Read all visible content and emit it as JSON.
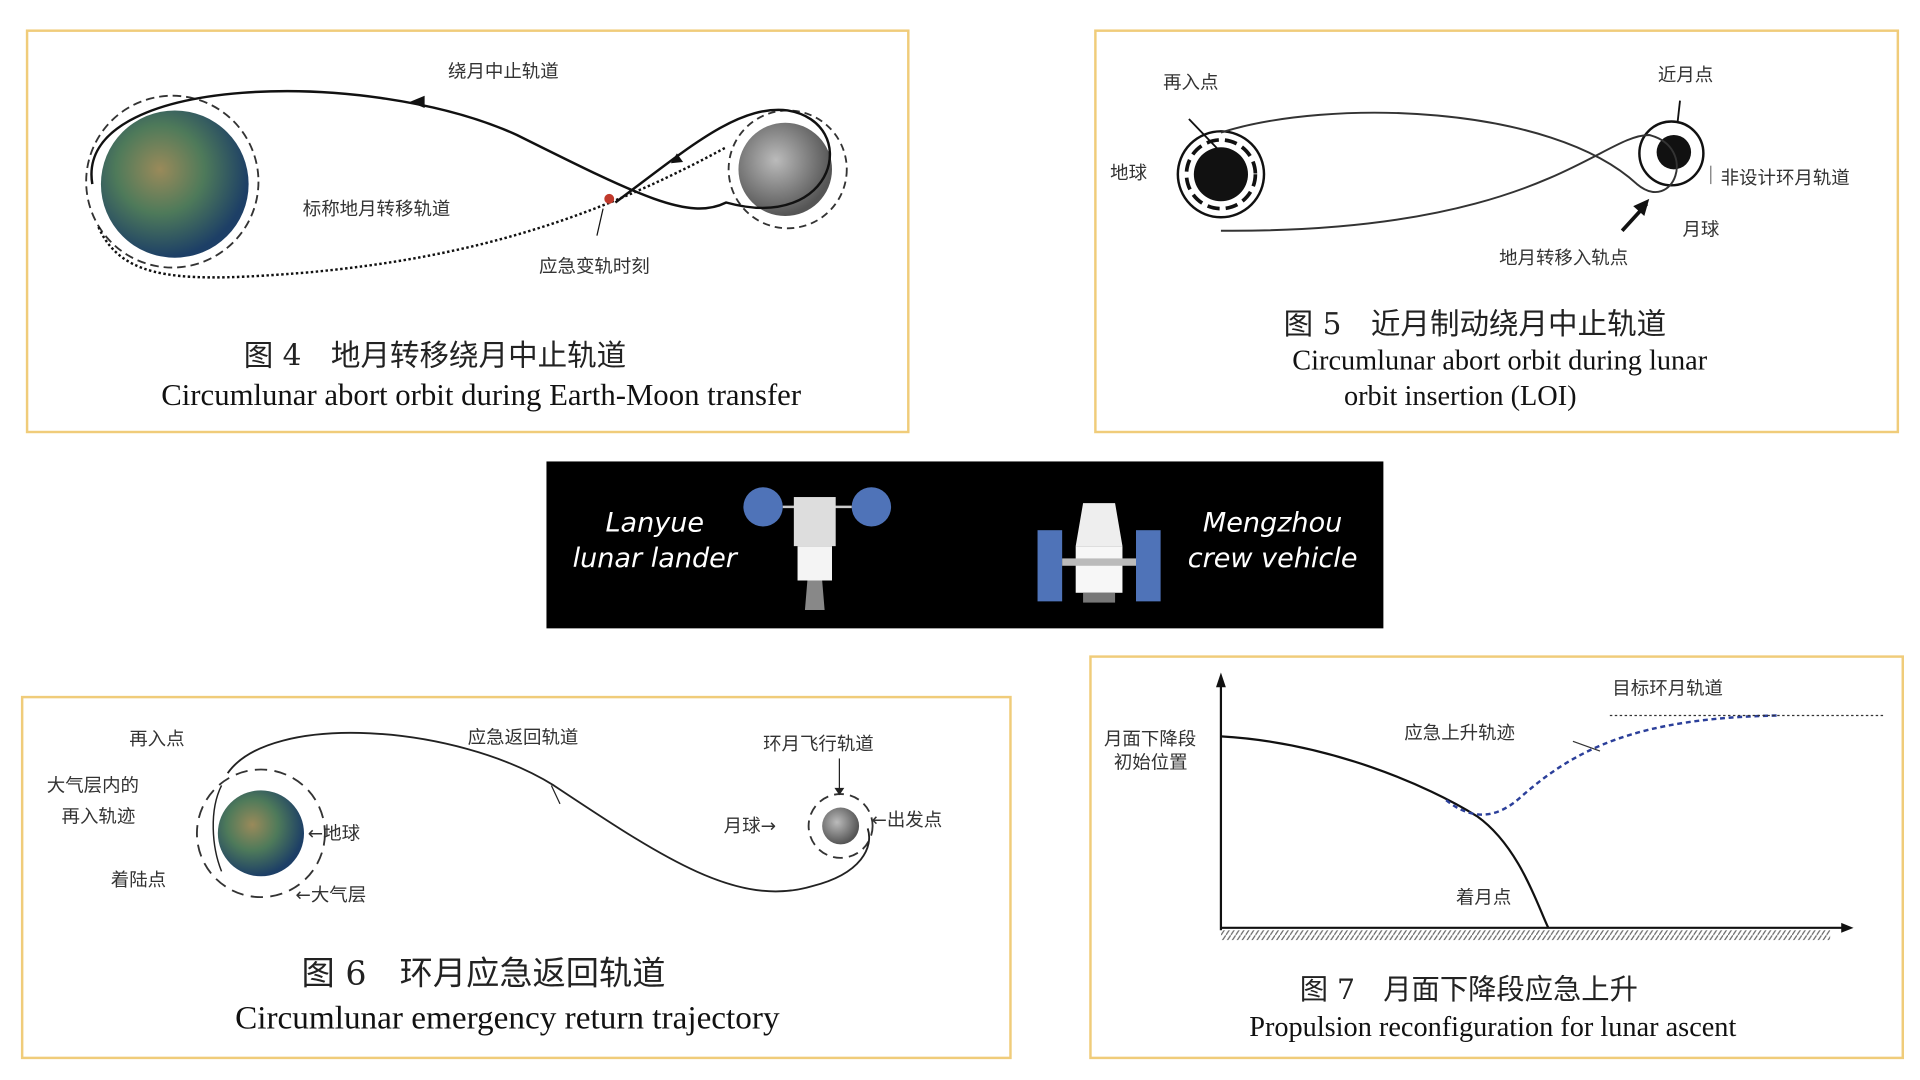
{
  "fig4": {
    "label_abort": "绕月中止轨道",
    "label_nominal": "标称地月转移轨道",
    "label_emergency": "应急变轨时刻",
    "title_cn": "图 4　地月转移绕月中止轨道",
    "title_en": "Circumlunar abort orbit during Earth-Moon transfer"
  },
  "fig5": {
    "label_reentry": "再入点",
    "label_perilune": "近月点",
    "label_earth": "地球",
    "label_nondesign": "非设计环月轨道",
    "label_moon": "月球",
    "label_tli": "地月转移入轨点",
    "title_cn": "图 5　近月制动绕月中止轨道",
    "title_en_1": "Circumlunar abort orbit during lunar",
    "title_en_2": "orbit insertion (LOI)"
  },
  "banner": {
    "lander_1": "Lanyue",
    "lander_2": "lunar lander",
    "crew_1": "Mengzhou",
    "crew_2": "crew vehicle"
  },
  "fig6": {
    "label_reentry": "再入点",
    "label_atm_1": "大气层内的",
    "label_atm_2": "再入轨迹",
    "label_landing": "着陆点",
    "label_earth": "←地球",
    "label_atmosphere": "←大气层",
    "label_return": "应急返回轨道",
    "label_lunar_orbit": "环月飞行轨道",
    "label_moon": "月球→",
    "label_departure": "←出发点",
    "title_cn": "图 6　环月应急返回轨道",
    "title_en": "Circumlunar emergency return trajectory"
  },
  "fig7": {
    "label_target": "目标环月轨道",
    "label_start_1": "月面下降段",
    "label_start_2": "初始位置",
    "label_ascent": "应急上升轨迹",
    "label_landing": "着月点",
    "title_cn": "图 7　月面下降段应急上升",
    "title_en": "Propulsion reconfiguration for lunar ascent"
  },
  "colors": {
    "frame": "#f0cc7a",
    "banner": "#000000",
    "ascent": "#2b3f9a",
    "marker": "#c0392b"
  }
}
